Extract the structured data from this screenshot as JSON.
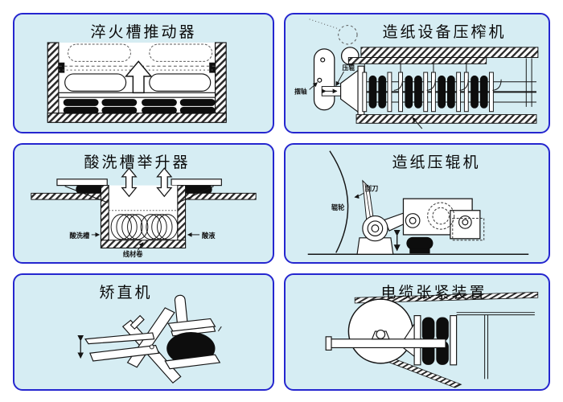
{
  "colors": {
    "page_background": "#ffffff",
    "panel_background": "#d6edf3",
    "panel_border": "#2526cf",
    "line_ink": "#151515",
    "air_spring_black": "#0d0d0d"
  },
  "panels": [
    {
      "title": "淬火槽推动器",
      "labels": {}
    },
    {
      "title": "造纸设备压榨机",
      "labels": {
        "press_roller": "压辊",
        "swing_shaft": "摆轴"
      }
    },
    {
      "title": "酸洗槽举升器",
      "labels": {
        "pickling_tank": "酸洗槽",
        "acid_liquid": "酸液",
        "wire_coil": "线材卷"
      }
    },
    {
      "title": "造纸压辊机",
      "labels": {
        "roller_wheel": "辊轮",
        "scraper_blade": "刮刀"
      }
    },
    {
      "title": "矫直机",
      "labels": {}
    },
    {
      "title": "电缆张紧装置",
      "labels": {}
    }
  ]
}
